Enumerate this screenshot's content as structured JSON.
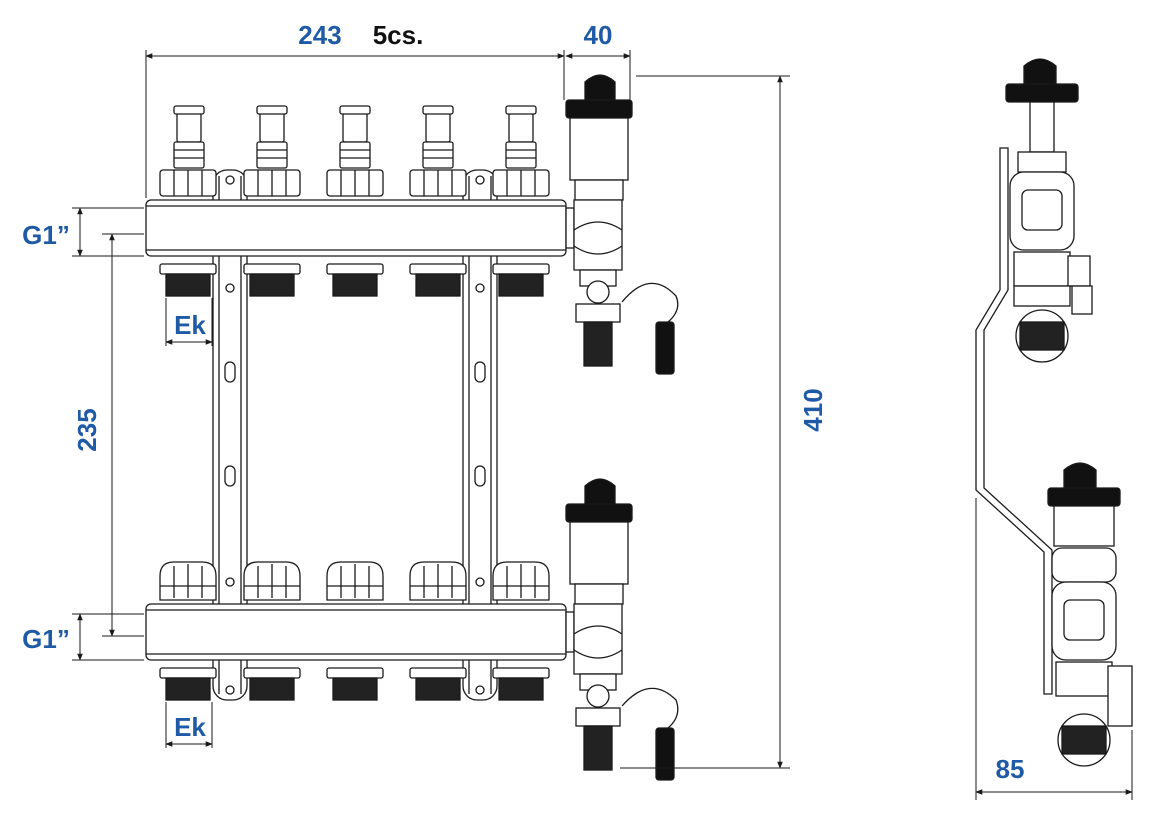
{
  "dimensions": {
    "width_value": "243",
    "outlet_count": "5cs.",
    "valve_width": "40",
    "total_height": "410",
    "center_distance": "235",
    "depth": "85",
    "thread_top": "G1”",
    "thread_bottom": "G1”",
    "outlet_label_top": "Ek",
    "outlet_label_bottom": "Ek"
  },
  "colors": {
    "dimension_blue": "#1f5aa6",
    "line": "#1a1a1a",
    "text_black": "#111111"
  }
}
